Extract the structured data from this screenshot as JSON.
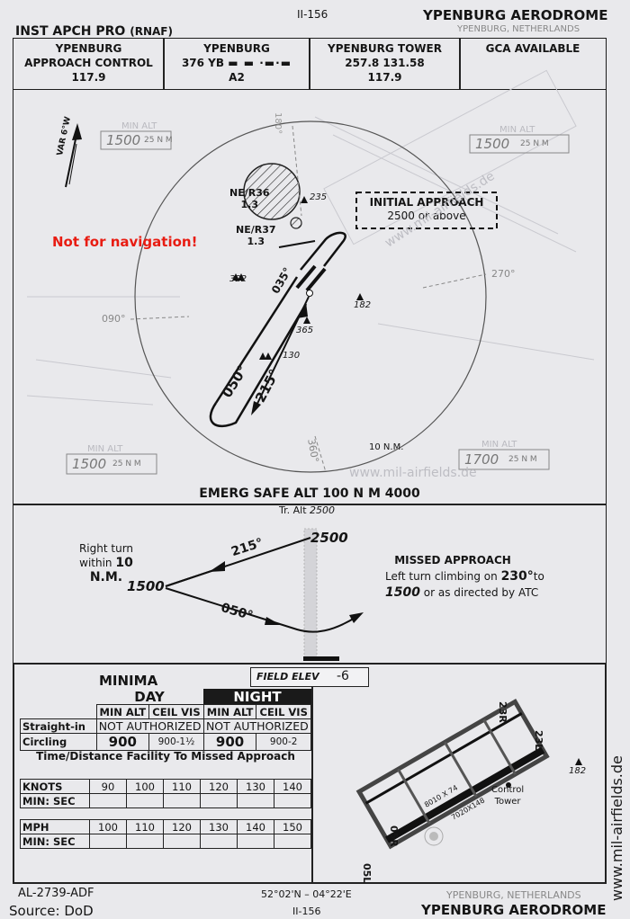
{
  "header": {
    "page_top": "II-156",
    "title_top": "YPENBURG AERODROME",
    "location_top": "YPENBURG, NETHERLANDS",
    "procedure": "INST APCH PRO",
    "procedure_suffix": "(RNAF)"
  },
  "comms": [
    {
      "line1": "YPENBURG",
      "line2": "APPROACH CONTROL",
      "line3": "117.9"
    },
    {
      "line1": "YPENBURG",
      "line2": "376   YB",
      "line3": "A2"
    },
    {
      "line1": "YPENBURG  TOWER",
      "line2": "257.8   131.58",
      "line3": "117.9"
    },
    {
      "line1": "GCA AVAILABLE",
      "line2": "",
      "line3": ""
    }
  ],
  "plan": {
    "var": "VAR 6°W",
    "min_alt_label": "MIN ALT",
    "min_alt_nw": "1500",
    "min_alt_ne": "1500",
    "min_alt_sw": "1500",
    "min_alt_se": "1700",
    "range_nm": "25 N M",
    "r36": "NE/R36",
    "r36_val": "1.3",
    "r37": "NE/R37",
    "r37_val": "1.3",
    "initial_approach": "INITIAL APPROACH",
    "initial_alt": "2500 or above",
    "not_nav": "Not for navigation!",
    "bearing_180": "180°",
    "bearing_270": "270°",
    "bearing_090": "090°",
    "bearing_360": "360°",
    "course_035": "035°",
    "course_050": "050°",
    "course_215": "215°",
    "obst_235": "235",
    "obst_322": "322",
    "obst_182": "182",
    "obst_365": "365",
    "obst_130": "130",
    "ten_nm": "10 N.M.",
    "watermark": "www.mil-airfields.de"
  },
  "profile": {
    "emerg": "EMERG SAFE ALT  100 N M  4000",
    "tr_alt_label": "Tr. Alt",
    "tr_alt": "2500",
    "turn1": "Right turn",
    "turn2": "within",
    "turn3": "10 N.M.",
    "alt_1500": "1500",
    "alt_2500": "2500",
    "c215": "215°",
    "c050": "050°",
    "missed_title": "MISSED APPROACH",
    "missed_l1a": "Left turn climbing on ",
    "missed_l1b": "230°",
    "missed_l1c": "to",
    "missed_l2a": "1500",
    "missed_l2b": " or as directed by ATC"
  },
  "minima": {
    "title": "MINIMA",
    "field_elev_label": "FIELD ELEV",
    "field_elev": "-6",
    "day": "DAY",
    "night": "NIGHT",
    "min_alt": "MIN ALT",
    "ceil_vis": "CEIL VIS",
    "straight_in": "Straight-in",
    "not_auth": "NOT AUTHORIZED",
    "circling": "Circling",
    "circ_day_alt": "900",
    "circ_day_vis": "900-1½",
    "circ_night_alt": "900",
    "circ_night_vis": "900-2",
    "tdf": "Time/Distance Facility To Missed Approach",
    "knots": "KNOTS",
    "mph": "MPH",
    "min_sec": "MIN:  SEC",
    "knots_vals": [
      "90",
      "100",
      "110",
      "120",
      "130",
      "140"
    ],
    "mph_vals": [
      "100",
      "110",
      "120",
      "130",
      "140",
      "150"
    ]
  },
  "airport": {
    "rwy_23r": "23R",
    "rwy_23l": "23L",
    "rwy_05l": "05L",
    "rwy_05r": "05R",
    "len1": "8010 X 74",
    "len2": "7020X148",
    "tower1": "Control",
    "tower2": "Tower",
    "obst_182": "182",
    "watermark_v": "www.mil-airfields.de"
  },
  "footer": {
    "id": "AL-2739-ADF",
    "source": "Source: DoD",
    "coords": "52°02'N – 04°22'E",
    "page_bottom": "II-156",
    "location_bottom": "YPENBURG, NETHERLANDS",
    "title_bottom": "YPENBURG  AERODROME"
  }
}
